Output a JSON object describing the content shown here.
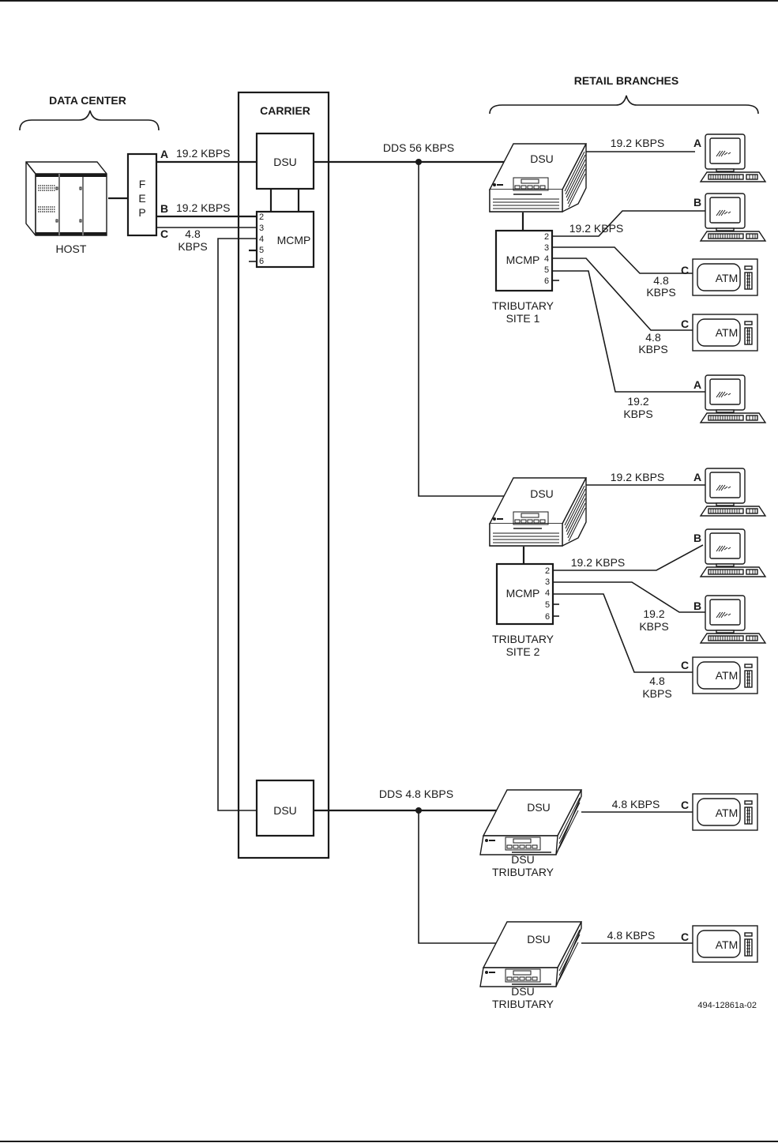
{
  "groups": {
    "data_center": "DATA CENTER",
    "carrier": "CARRIER",
    "retail_branches": "RETAIL BRANCHES"
  },
  "host": {
    "label": "HOST"
  },
  "fep": {
    "letters": [
      "F",
      "E",
      "P"
    ]
  },
  "fep_ports": [
    {
      "letter": "A",
      "speed": "19.2 KBPS"
    },
    {
      "letter": "B",
      "speed": "19.2 KBPS"
    },
    {
      "letter": "C",
      "speed_line1": "4.8",
      "speed_line2": "KBPS"
    }
  ],
  "carrier_devices": {
    "dsu_top": "DSU",
    "mcmp": "MCMP",
    "mcmp_ports": [
      "2",
      "3",
      "4",
      "5",
      "6"
    ],
    "dsu_bottom": "DSU"
  },
  "links": {
    "dds_56": "DDS 56 KBPS",
    "dds_48": "DDS 4.8 KBPS"
  },
  "site1": {
    "dsu": "DSU",
    "mcmp": "MCMP",
    "ports": [
      "2",
      "3",
      "4",
      "5",
      "6"
    ],
    "label_line1": "TRIBUTARY",
    "label_line2": "SITE 1",
    "endpoints": [
      {
        "type": "terminal",
        "letter": "A",
        "speed": "19.2 KBPS"
      },
      {
        "type": "terminal",
        "letter": "B",
        "speed": "19.2 KBPS"
      },
      {
        "type": "atm",
        "letter": "C",
        "label": "ATM",
        "speed_line1": "4.8",
        "speed_line2": "KBPS"
      },
      {
        "type": "atm",
        "letter": "C",
        "label": "ATM",
        "speed_line1": "4.8",
        "speed_line2": "KBPS"
      },
      {
        "type": "terminal",
        "letter": "A",
        "speed_line1": "19.2",
        "speed_line2": "KBPS"
      }
    ]
  },
  "site2": {
    "dsu": "DSU",
    "mcmp": "MCMP",
    "ports": [
      "2",
      "3",
      "4",
      "5",
      "6"
    ],
    "label_line1": "TRIBUTARY",
    "label_line2": "SITE 2",
    "endpoints": [
      {
        "type": "terminal",
        "letter": "A",
        "speed": "19.2 KBPS"
      },
      {
        "type": "terminal",
        "letter": "B",
        "speed": "19.2 KBPS"
      },
      {
        "type": "terminal",
        "letter": "B",
        "speed_line1": "19.2",
        "speed_line2": "KBPS"
      },
      {
        "type": "atm",
        "letter": "C",
        "label": "ATM",
        "speed_line1": "4.8",
        "speed_line2": "KBPS"
      }
    ]
  },
  "dsu_tributaries": [
    {
      "dsu": "DSU",
      "label_line1": "DSU",
      "label_line2": "TRIBUTARY",
      "speed": "4.8 KBPS",
      "letter": "C",
      "atm": "ATM"
    },
    {
      "dsu": "DSU",
      "label_line1": "DSU",
      "label_line2": "TRIBUTARY",
      "speed": "4.8 KBPS",
      "letter": "C",
      "atm": "ATM"
    }
  ],
  "figure_id": "494-12861a-02"
}
